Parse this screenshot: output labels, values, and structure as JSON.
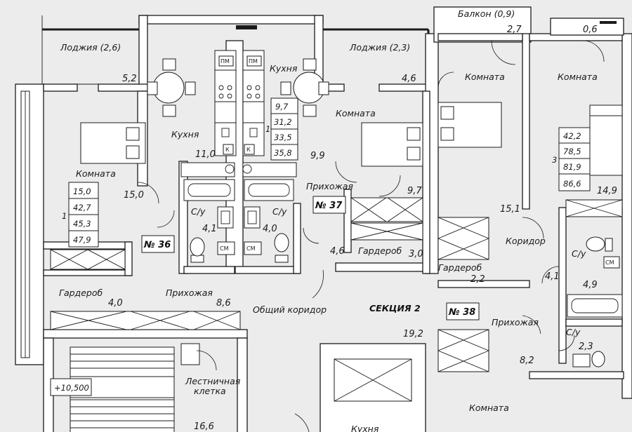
{
  "rooms": {
    "balcony": "Балкон (0,9)",
    "loggia_left": "Лоджия (2,6)",
    "loggia_right": "Лоджия (2,3)",
    "kitchen_a": "Кухня",
    "kitchen_b": "Кухня",
    "kitchen_c": "Кухня",
    "room_a": "Комната",
    "room_b": "Комната",
    "room_c": "Комната",
    "room_d": "Комната",
    "room_e": "Комната",
    "bath_a": "С/у",
    "bath_b": "С/у",
    "bath_c": "С/у",
    "bath_d": "С/у",
    "hall_a": "Прихожая",
    "hall_b": "Прихожая",
    "hall_c": "Прихожая",
    "wardrobe_a": "Гардероб",
    "wardrobe_b": "Гардероб",
    "wardrobe_c": "Гардероб",
    "corridor": "Коридор",
    "common_corridor": "Общий коридор",
    "stair_line1": "Лестничная",
    "stair_line2": "клетка"
  },
  "apartments": {
    "a36": "№ 36",
    "a37": "№ 37",
    "a38": "№ 38"
  },
  "section": "СЕКЦИЯ 2",
  "elevation": "+10,500",
  "areas": {
    "loggia_left": "5,2",
    "loggia_right": "4,6",
    "balcony_a": "2,7",
    "balcony_b": "0,6",
    "kitchen_36": "11,0",
    "room_36": "15,0",
    "bath_36": "4,1",
    "wardrobe_36": "4,0",
    "hall_36": "8,6",
    "bath_37": "4,0",
    "hall_37": "9,9",
    "room_37": "9,7",
    "wardrobe_37a": "4,6",
    "wardrobe_37b": "3,0",
    "room_38a": "15,1",
    "room_38b": "14,9",
    "wardrobe_38": "2,2",
    "bath_38a": "4,1",
    "bath_38b": "4,9",
    "hall_38": "19,2",
    "small_38": "2,3",
    "hall_38b": "8,2",
    "stair": "16,6"
  },
  "summary_36": {
    "rooms": "1",
    "values": [
      "15,0",
      "42,7",
      "45,3",
      "47,9"
    ]
  },
  "summary_37": {
    "rooms": "1",
    "values": [
      "9,7",
      "31,2",
      "33,5",
      "35,8"
    ]
  },
  "summary_38": {
    "rooms": "3",
    "values": [
      "42,2",
      "78,5",
      "81,9",
      "86,6"
    ]
  },
  "fixtures": {
    "pm1": "ПМ",
    "pm2": "ПМ",
    "k1": "К",
    "k2": "К",
    "sm1": "СМ",
    "sm2": "СМ",
    "sm3": "СМ"
  }
}
